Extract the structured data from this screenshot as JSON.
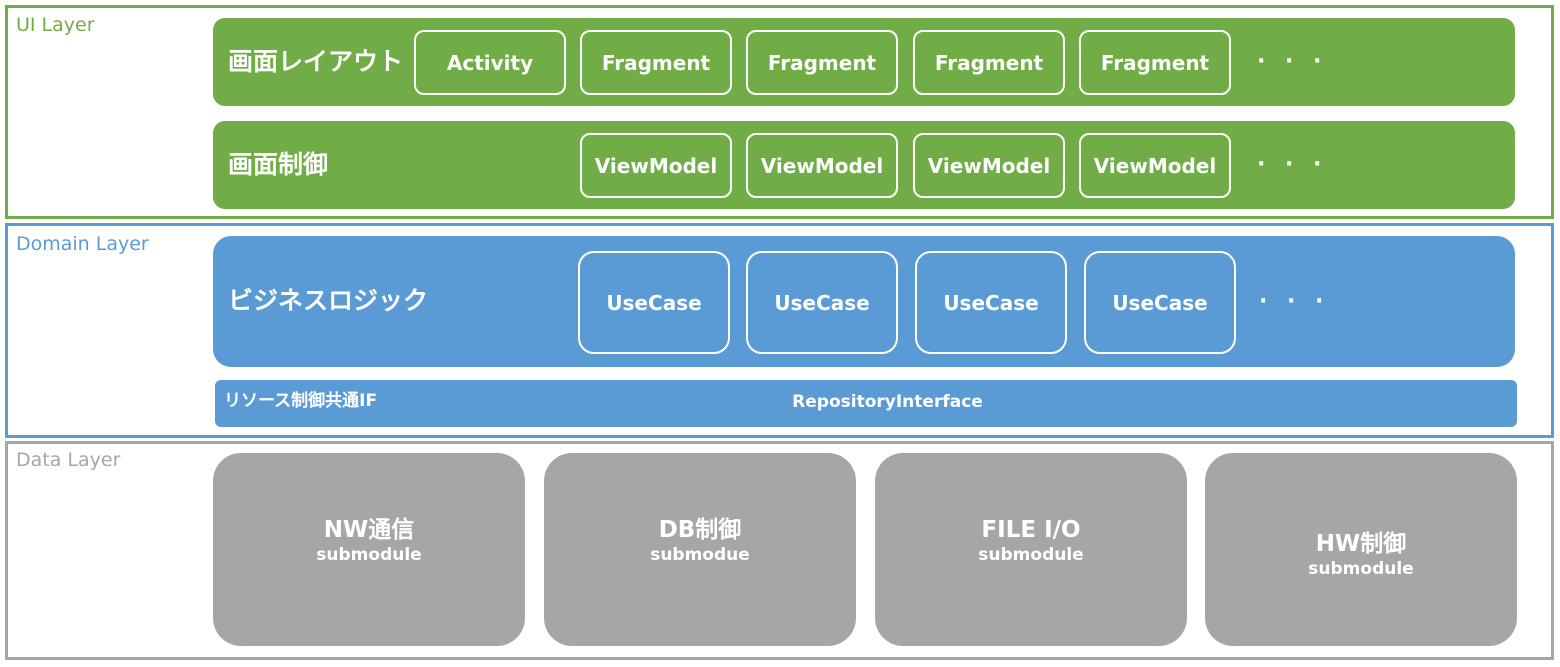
{
  "colors": {
    "ui_layer": "#70ad47",
    "domain_layer": "#5b9bd5",
    "data_layer": "#a6a6a6",
    "text_on_fill": "#ffffff"
  },
  "ui_layer": {
    "label": "UI Layer",
    "layout_row": {
      "title": "画面レイアウト",
      "boxes": [
        "Activity",
        "Fragment",
        "Fragment",
        "Fragment",
        "Fragment"
      ],
      "ellipsis": "· · ·"
    },
    "control_row": {
      "title": "画面制御",
      "boxes": [
        "ViewModel",
        "ViewModel",
        "ViewModel",
        "ViewModel"
      ],
      "ellipsis": "· · ·"
    }
  },
  "domain_layer": {
    "label": "Domain Layer",
    "business_row": {
      "title": "ビジネスロジック",
      "boxes": [
        "UseCase",
        "UseCase",
        "UseCase",
        "UseCase"
      ],
      "ellipsis": "· · ·"
    },
    "interface_row": {
      "left_label": "リソース制御共通IF",
      "center_label": "RepositoryInterface"
    }
  },
  "data_layer": {
    "label": "Data Layer",
    "modules": [
      {
        "title": "NW通信",
        "sub": "submodule"
      },
      {
        "title": "DB制御",
        "sub": "submodue"
      },
      {
        "title": "FILE I/O",
        "sub": "submodule"
      },
      {
        "title": "HW制御",
        "sub": "submodule"
      }
    ]
  }
}
